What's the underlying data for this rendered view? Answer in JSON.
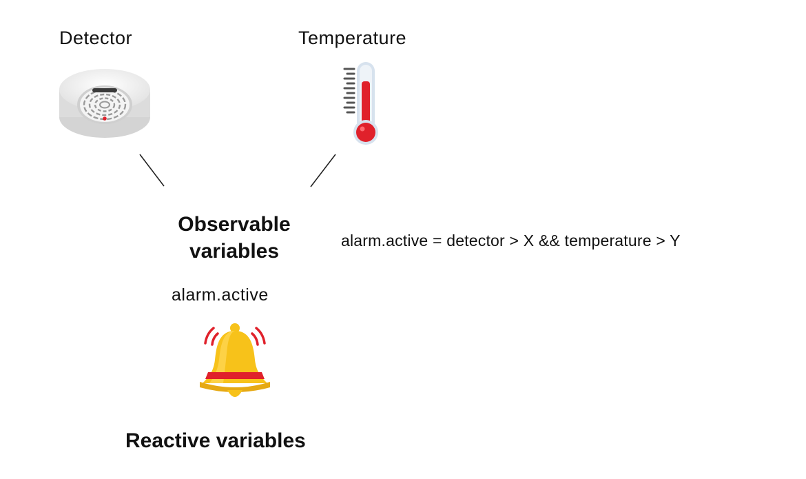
{
  "diagram": {
    "detector_label": "Detector",
    "temperature_label": "Temperature",
    "observable_line1": "Observable",
    "observable_line2": "variables",
    "reactive_label": "Reactive variables",
    "alarm_label": "alarm.active",
    "formula": "alarm.active = detector > X && temperature > Y"
  },
  "icons": {
    "detector": "smoke-detector-icon",
    "thermometer": "thermometer-icon",
    "bell": "alarm-bell-icon"
  },
  "colors": {
    "red": "#e0212b",
    "bell_yellow": "#f7c21a",
    "text": "#111111"
  }
}
